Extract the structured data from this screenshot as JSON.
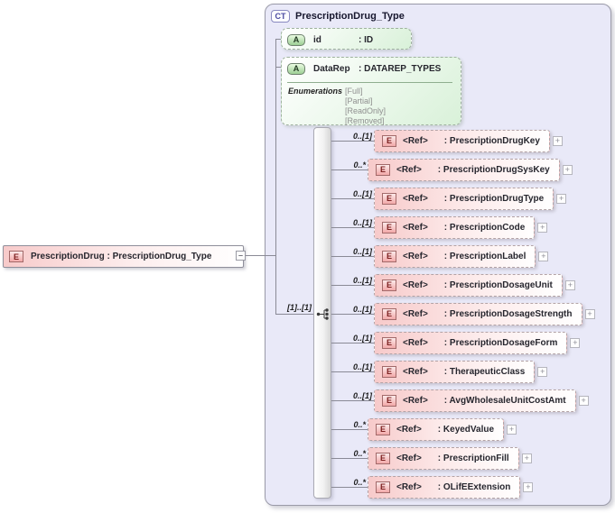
{
  "colors": {
    "container_lavender": "#e9e9f8",
    "element_pink": "#f7caca",
    "attribute_green": "#d9f1d9",
    "e_icon_red": "#7c1f1f",
    "a_icon_green": "#9ccf94",
    "ct_badge_blue": "#4a4aa0",
    "border_gray": "#9a9aa8"
  },
  "icons": {
    "element_letter": "E",
    "attribute_letter": "A",
    "complex_type_badge": "CT",
    "plus": "+",
    "minus": "–"
  },
  "left_element": {
    "label": "PrescriptionDrug : PrescriptionDrug_Type"
  },
  "complex_type": {
    "title": "PrescriptionDrug_Type",
    "attributes": [
      {
        "name": "id",
        "type_label": ": ID"
      },
      {
        "name": "DataRep",
        "type_label": ": DATAREP_TYPES",
        "enumerations_label": "Enumerations",
        "enumerations": [
          "[Full]",
          "[Partial]",
          "[ReadOnly]",
          "[Removed]"
        ]
      }
    ],
    "sequence": {
      "cardinality": "[1]..[1]"
    },
    "elements": [
      {
        "cardinality": "0..[1]",
        "ref": "<Ref>",
        "type_label": ": PrescriptionDrugKey"
      },
      {
        "cardinality": "0..*",
        "ref": "<Ref>",
        "type_label": ": PrescriptionDrugSysKey"
      },
      {
        "cardinality": "0..[1]",
        "ref": "<Ref>",
        "type_label": ": PrescriptionDrugType"
      },
      {
        "cardinality": "0..[1]",
        "ref": "<Ref>",
        "type_label": ": PrescriptionCode"
      },
      {
        "cardinality": "0..[1]",
        "ref": "<Ref>",
        "type_label": ": PrescriptionLabel"
      },
      {
        "cardinality": "0..[1]",
        "ref": "<Ref>",
        "type_label": ": PrescriptionDosageUnit"
      },
      {
        "cardinality": "0..[1]",
        "ref": "<Ref>",
        "type_label": ": PrescriptionDosageStrength"
      },
      {
        "cardinality": "0..[1]",
        "ref": "<Ref>",
        "type_label": ": PrescriptionDosageForm"
      },
      {
        "cardinality": "0..[1]",
        "ref": "<Ref>",
        "type_label": ": TherapeuticClass"
      },
      {
        "cardinality": "0..[1]",
        "ref": "<Ref>",
        "type_label": ": AvgWholesaleUnitCostAmt"
      },
      {
        "cardinality": "0..*",
        "ref": "<Ref>",
        "type_label": ": KeyedValue"
      },
      {
        "cardinality": "0..*",
        "ref": "<Ref>",
        "type_label": ": PrescriptionFill"
      },
      {
        "cardinality": "0..*",
        "ref": "<Ref>",
        "type_label": ": OLifEExtension"
      }
    ]
  }
}
